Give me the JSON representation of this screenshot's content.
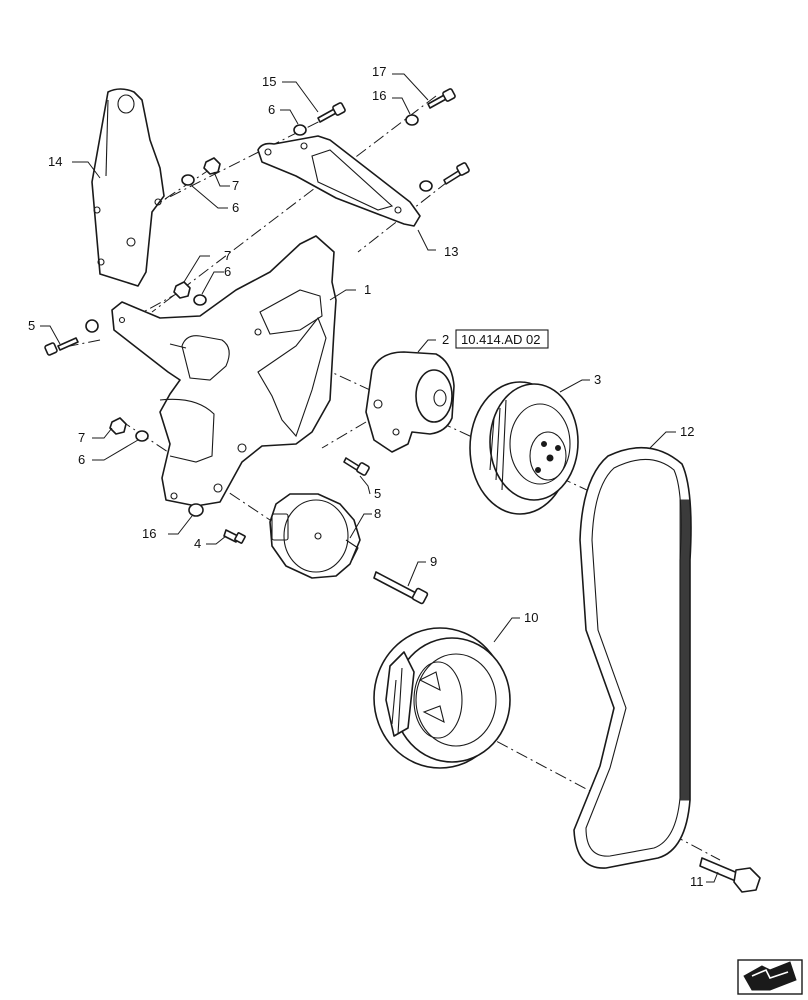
{
  "callouts": {
    "c1": "1",
    "c2": "2",
    "c3": "3",
    "c4": "4",
    "c5a": "5",
    "c5b": "5",
    "c6a": "6",
    "c6b": "6",
    "c6c": "6",
    "c6d": "6",
    "c7a": "7",
    "c7b": "7",
    "c7c": "7",
    "c8": "8",
    "c9": "9",
    "c10": "10",
    "c11": "11",
    "c12": "12",
    "c13": "13",
    "c14": "14",
    "c15": "15",
    "c16a": "16",
    "c16b": "16",
    "c17": "17"
  },
  "reference_box": "10.414.AD 02",
  "icons": {
    "nav": "arrow-nav-icon"
  },
  "colors": {
    "line": "#1a1a1a",
    "background": "#ffffff"
  }
}
